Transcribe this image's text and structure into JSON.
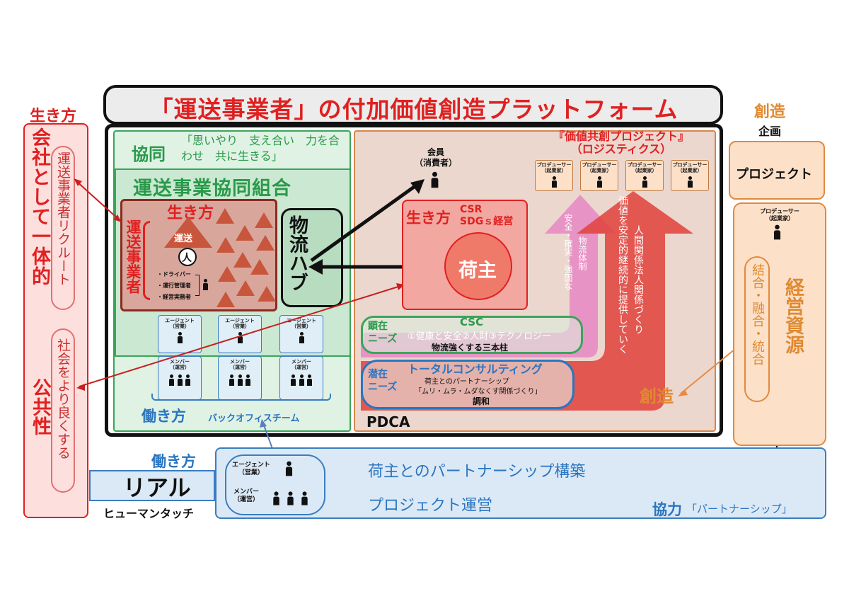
{
  "title": "「運送事業者」の付加価値創造プラットフォーム",
  "left": {
    "ikikata": "生き方",
    "kaisha": "会社として一体的",
    "recruit": "運送事業者リクルート",
    "shakai": "社会をより良くする",
    "kokyo": "公共性"
  },
  "kyodo": {
    "label": "協同",
    "quote": "「思いやり　支え合い　力を合わせ　共に生きる」",
    "union": "運送事業協同組合",
    "ikikata": "生き方",
    "jigyosha": "運送事業者",
    "unso": "運送",
    "hito": "人",
    "roles": [
      "・ドライバー",
      "・運行管理者",
      "・経営実務者"
    ],
    "hub": "物流ハブ",
    "agents": [
      {
        "agent": "エージェント\n（営業）",
        "member": "メンバー\n（運営）"
      },
      {
        "agent": "エージェント\n（営業）",
        "member": "メンバー\n（運営）"
      },
      {
        "agent": "エージェント\n（営業）",
        "member": "メンバー\n（運営）"
      }
    ],
    "hatarakikata": "働き方",
    "backoffice": "バックオフィスチーム"
  },
  "value": {
    "project_title": "『価値共創プロジェクト』\n（ロジスティクス）",
    "producer": "プロデューサー\n（起業家）",
    "member": "会員\n（消費者）",
    "ikikata": "生き方",
    "csr": "CSR\nSDGｓ経営",
    "ninushi": "荷主",
    "pink_arrow": "安全・確実・強固な",
    "pink_arrow2": "物流体制",
    "red_arrow": "価値を安定的継続的に提供していく",
    "red_arrow2": "人間関係法人関係づくり",
    "kenzai": "顕在\nニーズ",
    "csc": "CSC",
    "csc_items": "①健康と安全②人財③テクノロジー",
    "csc_sub": "物流強くする三本柱",
    "senzai": "潜在\nニーズ",
    "total": "トータルコンサルティング",
    "partner": "荷主とのパートナーシップ",
    "muri": "「ムリ・ムラ・ムダなくす関係づくり」",
    "chowa": "調和",
    "sozo": "創造",
    "pdca": "PDCA"
  },
  "right": {
    "sozo": "創造",
    "kikaku": "企画",
    "project": "プロジェクト",
    "producer": "プロデューサー\n（起業家）",
    "ketsugo": "結合・融合・統合",
    "keiei": "経営資源"
  },
  "bottom": {
    "hatarakikata": "働き方",
    "real": "リアル",
    "human": "ヒューマンタッチ",
    "agent": "エージェント\n（営業）",
    "member": "メンバー\n（運営）",
    "line1": "荷主とのパートナーシップ構築",
    "line2": "プロジェクト運営",
    "kyoryoku": "協力",
    "partnership": "「パートナーシップ」"
  }
}
